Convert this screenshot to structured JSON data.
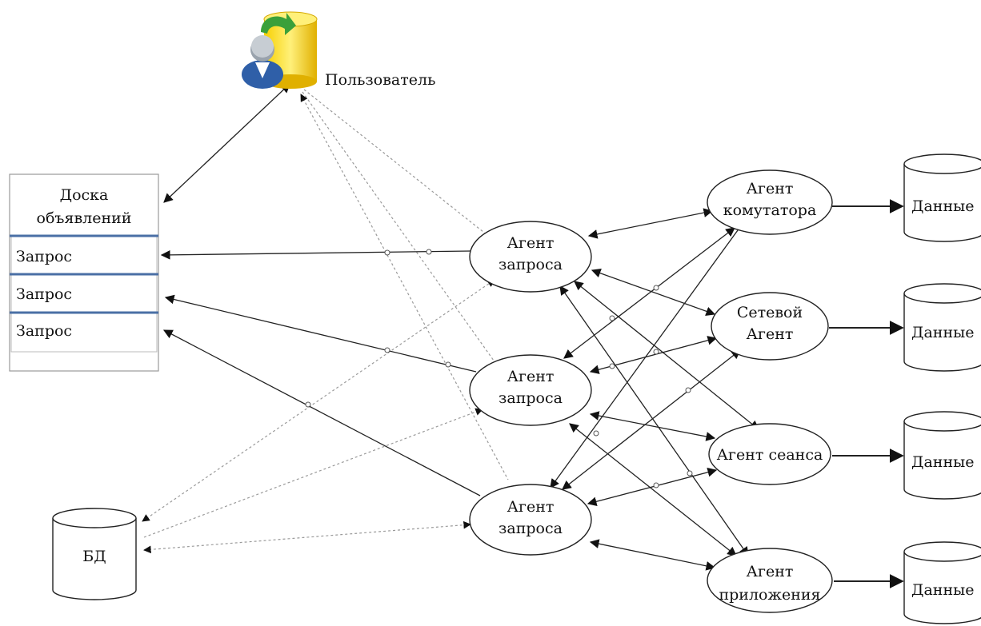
{
  "user_label": "Пользователь",
  "board": {
    "title_line1": "Доска",
    "title_line2": "объявлений",
    "rows": [
      "Запрос",
      "Запрос",
      "Запрос"
    ]
  },
  "db_label": "БД",
  "query_agents": [
    {
      "line1": "Агент",
      "line2": "запроса"
    },
    {
      "line1": "Агент",
      "line2": "запроса"
    },
    {
      "line1": "Агент",
      "line2": "запроса"
    }
  ],
  "right_agents": [
    {
      "line1": "Агент",
      "line2": "комутатора"
    },
    {
      "line1": "Сетевой",
      "line2": "Агент"
    },
    {
      "line1": "Агент сеанса",
      "line2": ""
    },
    {
      "line1": "Агент",
      "line2": "приложения"
    }
  ],
  "data_stores": [
    "Данные",
    "Данные",
    "Данные",
    "Данные"
  ],
  "colors": {
    "board_separator": "#4a6fa5",
    "user_icon_db": "#f2c200",
    "user_icon_arrow": "#3aa03a",
    "user_icon_person": "#2f5fa8"
  },
  "icons": [
    "user-database-icon"
  ]
}
